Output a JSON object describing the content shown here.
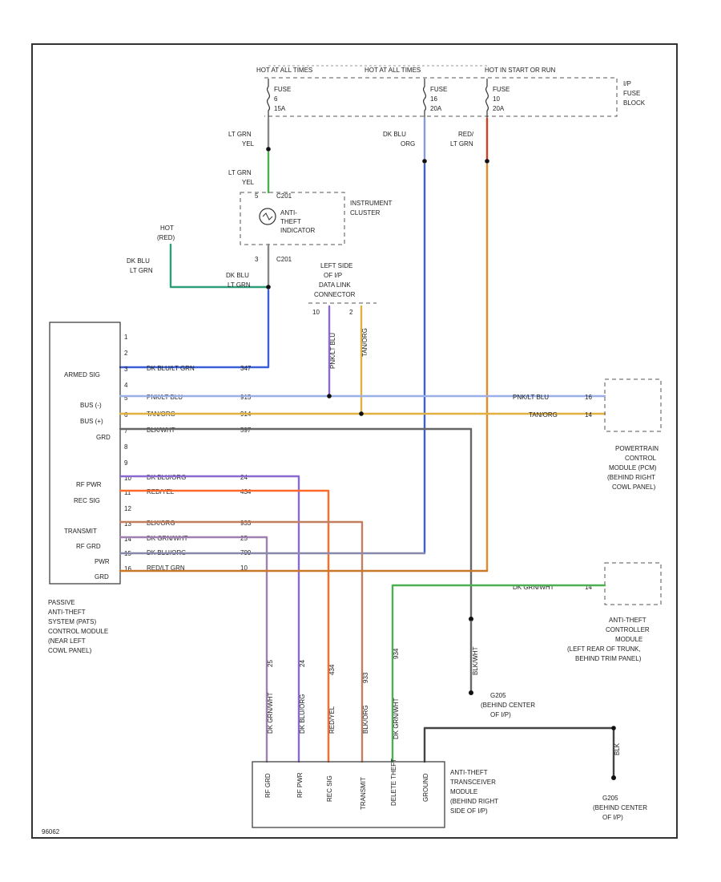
{
  "fuse_block": {
    "feeds": [
      "HOT AT ALL TIMES",
      "HOT AT ALL TIMES",
      "HOT IN START OR RUN"
    ],
    "fuses": [
      {
        "name": "FUSE",
        "number": "6",
        "rating": "15A"
      },
      {
        "name": "FUSE",
        "number": "16",
        "rating": "20A"
      },
      {
        "name": "FUSE",
        "number": "10",
        "rating": "20A"
      }
    ],
    "label": [
      "I/P",
      "FUSE",
      "BLOCK"
    ]
  },
  "cluster": {
    "wire_color_top_1": [
      "LT GRN",
      "YEL"
    ],
    "wire_color_top_2": [
      "LT GRN",
      "YEL"
    ],
    "connector_top": "C201",
    "connector_bottom": "C201",
    "pin_top": "5",
    "pin_bottom": "3",
    "lamp_label": [
      "ANTI-",
      "THEFT",
      "INDICATOR"
    ],
    "label": [
      "INSTRUMENT",
      "CLUSTER"
    ]
  },
  "fuse2_wire": [
    "DK BLU",
    "ORG"
  ],
  "fuse3_wire": [
    "RED/",
    "LT GRN"
  ],
  "hot_label": [
    "HOT",
    "(RED)"
  ],
  "dk_blu_lt_grn_1": [
    "DK BLU",
    "LT GRN"
  ],
  "dk_blu_lt_grn_2": [
    "DK BLU",
    "LT GRN"
  ],
  "data_link": {
    "label": [
      "LEFT SIDE",
      "OF I/P",
      "DATA LINK",
      "CONNECTOR"
    ],
    "pin_left": "10",
    "pin_right": "2",
    "wire_left": "PNK/LT BLU",
    "wire_right": "TAN/ORG"
  },
  "pats": {
    "pins": [
      "1",
      "2",
      "3",
      "4",
      "5",
      "6",
      "7",
      "8",
      "9",
      "10",
      "11",
      "12",
      "13",
      "14",
      "15",
      "16"
    ],
    "signals": [
      "ARMED SIG",
      "BUS (-)",
      "BUS (+)",
      "GRD",
      "RF PWR",
      "REC SIG",
      "TRANSMIT",
      "RF GRD",
      "PWR",
      "GRD"
    ],
    "wire_labels": [
      {
        "pin": "3",
        "color": "DK BLU/LT GRN",
        "circuit": "347"
      },
      {
        "pin": "5",
        "color": "PNK/LT BLU",
        "circuit": "915"
      },
      {
        "pin": "6",
        "color": "TAN/ORG",
        "circuit": "914"
      },
      {
        "pin": "7",
        "color": "BLK/WHT",
        "circuit": "597"
      },
      {
        "pin": "10",
        "color": "DK BLU/ORG",
        "circuit": "24"
      },
      {
        "pin": "11",
        "color": "RED/YEL",
        "circuit": "434"
      },
      {
        "pin": "13",
        "color": "BLK/ORG",
        "circuit": "933"
      },
      {
        "pin": "14",
        "color": "DK GRN/WHT",
        "circuit": "25"
      },
      {
        "pin": "15",
        "color": "DK BLU/ORG",
        "circuit": "799"
      },
      {
        "pin": "16",
        "color": "RED/LT GRN",
        "circuit": "10"
      }
    ],
    "label": [
      "PASSIVE",
      "ANTI-THEFT",
      "SYSTEM (PATS)",
      "CONTROL MODULE",
      "(NEAR LEFT",
      "COWL PANEL)"
    ]
  },
  "pcm": {
    "wire_1": "PNK/LT BLU",
    "pin_1": "16",
    "wire_2": "TAN/ORG",
    "pin_2": "14",
    "label": [
      "POWERTRAIN",
      "CONTROL",
      "MODULE (PCM)",
      "(BEHIND RIGHT",
      "COWL PANEL)"
    ]
  },
  "controller": {
    "wire": "DK GRN/WHT",
    "pin": "14",
    "label": [
      "ANTI-THEFT",
      "CONTROLLER",
      "MODULE",
      "(LEFT REAR OF TRUNK,",
      "BEHIND TRIM PANEL)"
    ]
  },
  "vertical_labels": {
    "v1": {
      "circuit": "25",
      "color": "DK GRN/WHT"
    },
    "v2": {
      "circuit": "24",
      "color": "DK BLU/ORG"
    },
    "v3": {
      "circuit": "434",
      "color": "RED/YEL"
    },
    "v4": {
      "circuit": "933",
      "color": "BLK/ORG"
    },
    "v5": {
      "circuit": "934",
      "color": "DK GRN/WHT"
    },
    "blk_wht": "BLK/WHT"
  },
  "ground_1": {
    "label": [
      "G205",
      "(BEHIND CENTER",
      "OF I/P)"
    ]
  },
  "ground_2": {
    "label": [
      "G205",
      "(BEHIND CENTER",
      "OF I/P)"
    ],
    "wire": "BLK"
  },
  "transceiver": {
    "pins": [
      "RF GRD",
      "RF PWR",
      "REC SIG",
      "TRANSMIT",
      "DELETE THEFT",
      "GROUND"
    ],
    "label": [
      "ANTI-THEFT",
      "TRANSCEIVER",
      "MODULE",
      "(BEHIND RIGHT",
      "SIDE OF I/P)"
    ]
  },
  "footer_code": "96062",
  "colors": {
    "lt_grn_yel": "#4caf50",
    "dk_blu": "#3a5fd9",
    "red_lt_grn": "#d04020",
    "orange": "#e08a2a",
    "teal": "#2e9e7a",
    "purple": "#8a6ad0",
    "tan": "#e0b040",
    "gray": "#666666",
    "lt_blue": "#9bb0e8"
  }
}
